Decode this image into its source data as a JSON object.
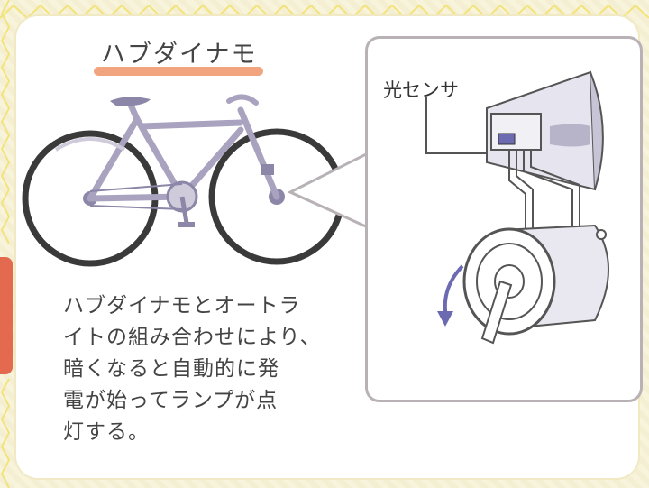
{
  "title": "ハブダイナモ",
  "sensor_label": "光センサ",
  "description_lines": [
    "ハブダイナモとオートラ",
    "イトの組み合わせにより、",
    "暗くなると自動的に発",
    "電が始ってランプが点",
    "灯する。"
  ],
  "colors": {
    "background": "#f7f3d8",
    "underline": "#f2a47f",
    "frame": "#b8b2b6",
    "wheel": "#3a3a3a",
    "sensor_blue": "#6c6ab0"
  },
  "icons": [
    "bicycle-illustration",
    "light-sensor-lamp",
    "hub-dynamo",
    "rotation-arrow"
  ]
}
